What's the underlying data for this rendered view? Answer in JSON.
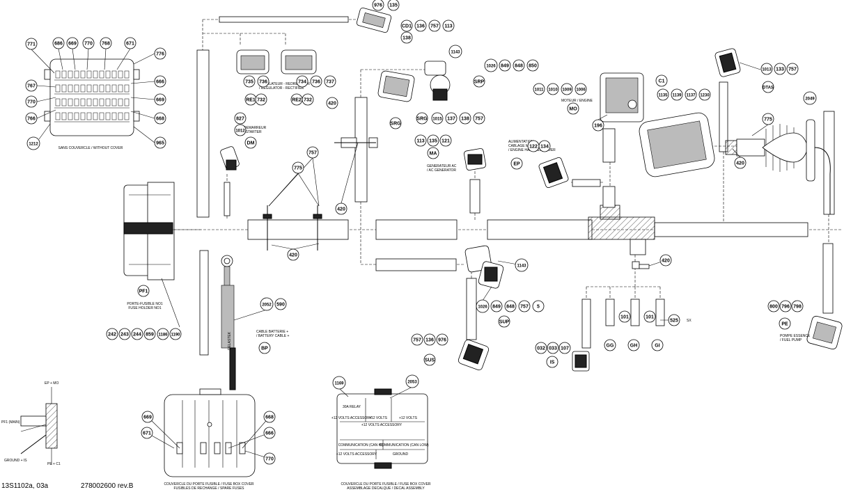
{
  "footer": {
    "figure_id": "13S1102a, 03a",
    "part_number": "278002600 rev.B"
  },
  "captions": {
    "without_cover": "SANS COUVERCLE / WITHOUT COVER",
    "fuse_box_cover_1": "COUVERCLE DU PORTE FUSIBLE / FUSE BOX COVER",
    "fuse_box_cover_2": "FUSIBLES DE RECHANGE / SPARE FUSES",
    "decal_1": "COUVERCLE DU PORTE FUSIBLE / FUSE BOX COVER",
    "decal_2": "ASSEMBLAGE DECALQUE / DECAL ASSEMBLY",
    "fuse_holder_1": "PORTE-FUSIBLE NO1",
    "fuse_holder_2": "FUSE HOLDER NO1",
    "starter_1": "DEMARREUR",
    "starter_2": "/ STARTER",
    "regulator_1": "REGULATEUR - REDRESSEUR",
    "regulator_2": "/ REGULATOR - RECTIFIER",
    "generator_1": "GENERATEUR AC",
    "generator_2": "/ AC GENERATOR",
    "engine_harness_1": "ALIMENTATION",
    "engine_harness_2": "CABLAGE MOTEUR",
    "engine_harness_3": "/ ENGINE HARNESS POWER",
    "engine_1": "MOTEUR / ENGINE",
    "battery_1": "CABLE BATTERIE +",
    "battery_2": "/ BATTERY CABLE +",
    "fuel_pump_1": "POMPE ESSENCE",
    "fuel_pump_2": "/ FUEL PUMP",
    "delastek": "DELASTEK",
    "sx": "SX",
    "ground_legend": {
      "ep": "EP + MO",
      "pf1": "PF1 (MAIN)",
      "ground": "GROUND + IS",
      "pe": "PE + C1"
    }
  },
  "labels": {
    "PF1": "PF1",
    "DM": "DM",
    "RE1": "RE1",
    "RE2": "RE2",
    "MA": "MA",
    "SRG": "SRG",
    "SRP": "SRP",
    "MO": "MO",
    "EP": "EP",
    "C1": "C1",
    "DTAS": "DTAS",
    "BP": "BP",
    "SUP": "SUP",
    "SUS": "SUS",
    "IS": "IS",
    "PE": "PE",
    "GG": "GG",
    "GH": "GH",
    "GI": "GI",
    "CD1": "CD1"
  },
  "decal": {
    "relay": "30A RELAY",
    "v12_acc_1": "+12 VOLTS ACCESSORY",
    "v12_volts_1": "+12 VOLTS",
    "v12_volts_2": "+12 VOLTS",
    "v12_acc_2": "+12 VOLTS ACCESSORY",
    "comm_hi": "COMMUNICATION (CAN HI)",
    "comm_lo": "COMMUNICATION (CAN LOW)",
    "v12_acc_3": "+12 VOLTS ACCESSORY",
    "ground": "GROUND"
  },
  "parts": {
    "p771": "771",
    "p686": "686",
    "p669": "669",
    "p770": "770",
    "p768": "768",
    "p671": "671",
    "p776": "776",
    "p767": "767",
    "p770b": "770",
    "p766": "766",
    "p1212": "1212",
    "p666": "666",
    "p669b": "669",
    "p668": "668",
    "p965": "965",
    "p976": "976",
    "p135": "135",
    "pCD1": "CD1",
    "p136": "136",
    "p757": "757",
    "p113": "113",
    "p138": "138",
    "p1143": "1143",
    "p1026": "1026",
    "p849": "849",
    "p848": "848",
    "p850": "850",
    "p735": "735",
    "p736": "736",
    "p734": "734",
    "p736b": "736",
    "p737": "737",
    "p732": "732",
    "p732b": "732",
    "p420a": "420",
    "pSRG_1015": "1015",
    "p137": "137",
    "p138b": "138",
    "p757b": "757",
    "p827": "827",
    "p1012": "1012",
    "p757c": "757",
    "p775": "775",
    "p420b": "420",
    "p420c": "420",
    "p113b": "113",
    "p135b": "135",
    "p121": "121",
    "p122": "122",
    "p134": "134",
    "p1011": "1011",
    "p1010": "1010",
    "p1009": "1009",
    "p1006": "1006",
    "p196": "196",
    "p1135": "1135",
    "p1139": "1139",
    "p1137": "1137",
    "p1230": "1230",
    "p1013": "1013",
    "p133": "133",
    "p757d": "757",
    "p2049": "2049",
    "p775b": "775",
    "p420d": "420",
    "p1143b": "1143",
    "p420e": "420",
    "p1026b": "1026",
    "p849b": "849",
    "p848b": "848",
    "p757e": "757",
    "p5": "5",
    "p2052": "2052",
    "p590": "590",
    "p242": "242",
    "p243": "243",
    "p244": "244",
    "p859": "859",
    "p1186": "1186",
    "p1190": "1190",
    "p757f": "757",
    "p136b": "136",
    "p976b": "976",
    "p101a": "101",
    "p101b": "101",
    "p525": "525",
    "p032": "032",
    "p033": "033",
    "p107": "107",
    "p800": "800",
    "p796": "796",
    "p798": "798",
    "p1169": "1169",
    "p2053": "2053",
    "p669c": "669",
    "p671b": "671",
    "p668b": "668",
    "p666b": "666",
    "p770c": "770"
  }
}
